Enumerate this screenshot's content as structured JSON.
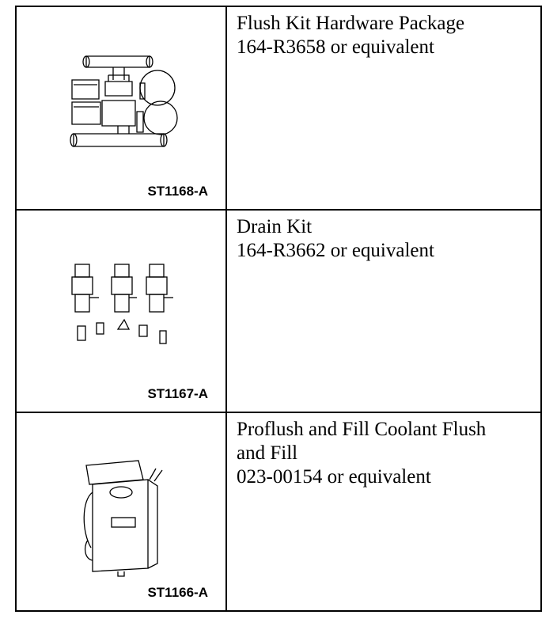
{
  "tools": [
    {
      "figure_code": "ST1168-A",
      "illustration_icon": "flush-kit-hardware-illustration",
      "lines": [
        "Flush Kit Hardware Package",
        "164-R3658 or equivalent"
      ]
    },
    {
      "figure_code": "ST1167-A",
      "illustration_icon": "drain-kit-illustration",
      "lines": [
        "Drain Kit",
        "164-R3662 or equivalent"
      ]
    },
    {
      "figure_code": "ST1166-A",
      "illustration_icon": "coolant-flush-machine-illustration",
      "lines": [
        "Proflush and Fill Coolant Flush",
        "and Fill",
        "023-00154 or equivalent"
      ]
    }
  ]
}
